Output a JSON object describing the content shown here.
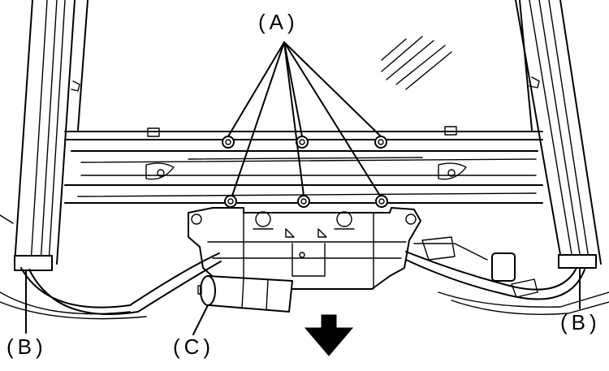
{
  "labels": {
    "a": "(A)",
    "b_left": "(B)",
    "b_right": "(B)",
    "c": "(C)"
  },
  "colors": {
    "ink": "#000000",
    "paper": "#ffffff"
  },
  "icons": {
    "direction": "arrow-down-icon"
  }
}
